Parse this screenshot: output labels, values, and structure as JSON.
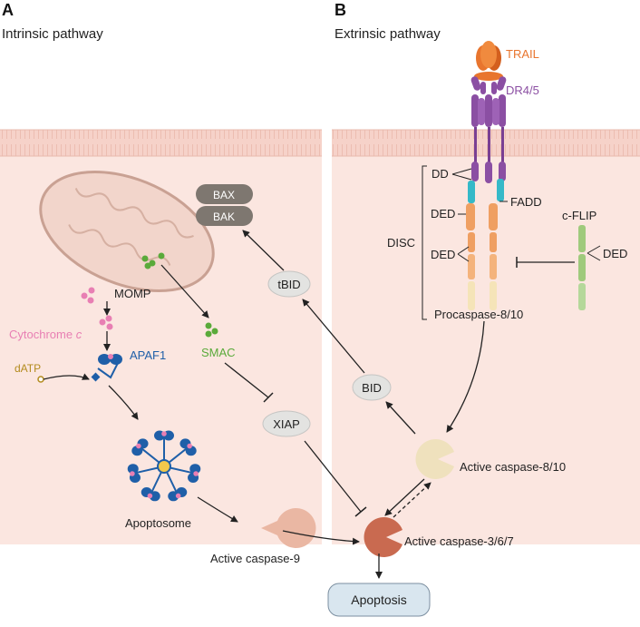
{
  "panels": {
    "a": {
      "letter": "A",
      "title": "Intrinsic pathway"
    },
    "b": {
      "letter": "B",
      "title": "Extrinsic pathway"
    }
  },
  "labels": {
    "bax": "BAX",
    "bak": "BAK",
    "momp": "MOMP",
    "cytochrome": "Cytochrome",
    "cytochrome_c": "c",
    "smac": "SMAC",
    "datp": "dATP",
    "apaf1": "APAF1",
    "tbid": "tBID",
    "bid": "BID",
    "xiap": "XIAP",
    "apoptosome": "Apoptosome",
    "active_caspase9": "Active caspase-9",
    "active_caspase367": "Active caspase-3/6/7",
    "active_caspase810": "Active caspase-8/10",
    "apoptosis": "Apoptosis",
    "trail": "TRAIL",
    "dr45": "DR4/5",
    "dd": "DD",
    "fadd": "FADD",
    "ded1": "DED",
    "ded2": "DED",
    "ded_cflip": "DED",
    "disc": "DISC",
    "cflip": "c-FLIP",
    "procaspase": "Procaspase-8/10"
  },
  "colors": {
    "cell": "#fbe6e0",
    "membrane": "#f6d2c9",
    "membrane_line": "#e5b0a4",
    "mito": "#f2d5cb",
    "mito_stroke": "#c9a193",
    "bax": "#7e7770",
    "receptor": "#8b4fa3",
    "trail": "#e8752e",
    "ded": "#ef9f62",
    "dd": "#35b9c8",
    "cflip": "#9fca7c",
    "smac": "#5aaa3a",
    "cytochrome": "#e87fb3",
    "apaf1": "#1f5fa8",
    "datp": "#b38b1e",
    "caspase9": "#eab7a3",
    "caspase367": "#c96a50",
    "caspase810": "#efe1bd",
    "apoptosis_box": "#d9e6ef"
  }
}
